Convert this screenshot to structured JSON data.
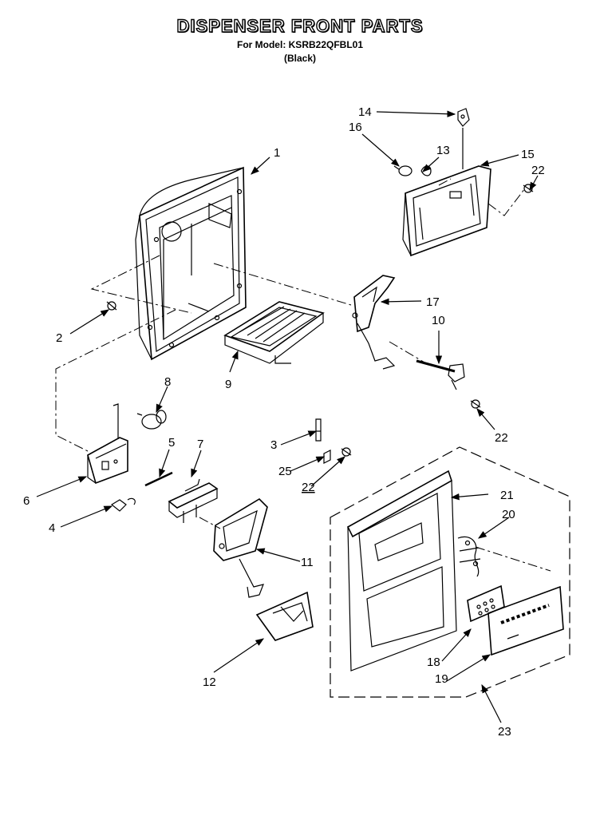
{
  "header": {
    "title": "DISPENSER FRONT PARTS",
    "model_line": "For Model: KSRB22QFBL01",
    "color_line": "(Black)"
  },
  "callouts": [
    "1",
    "2",
    "3",
    "4",
    "5",
    "6",
    "7",
    "8",
    "9",
    "10",
    "11",
    "12",
    "13",
    "14",
    "15",
    "16",
    "17",
    "18",
    "19",
    "20",
    "21",
    "22",
    "22",
    "22",
    "23",
    "25"
  ]
}
